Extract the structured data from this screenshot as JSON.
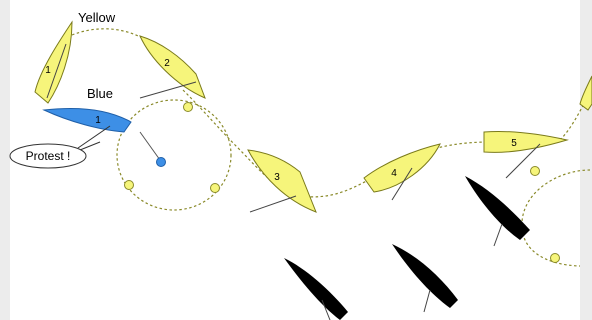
{
  "labels": {
    "yellow": "Yellow",
    "blue": "Blue",
    "protest": "Protest !"
  },
  "boats": {
    "yellow": [
      "1",
      "2",
      "3",
      "4",
      "5"
    ],
    "blue": [
      "1"
    ]
  },
  "colors": {
    "yellow_boat": "#f6f57b",
    "blue_boat": "#3d8fe6",
    "black_boat": "#000000",
    "track": "#8a8a2a",
    "buoy": "#f6f57b",
    "blue_dot": "#3d8fe6"
  }
}
